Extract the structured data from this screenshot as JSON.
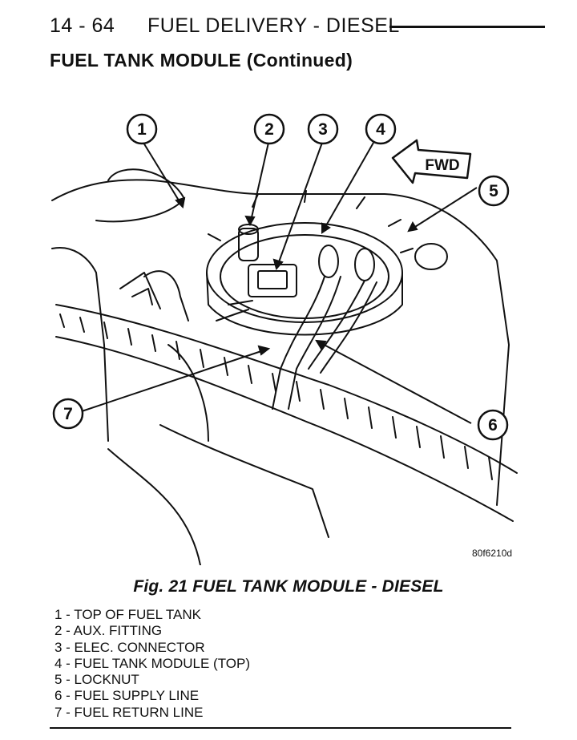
{
  "header": {
    "page_number": "14 - 64",
    "section_title": "FUEL DELIVERY - DIESEL"
  },
  "subtitle": "FUEL TANK MODULE (Continued)",
  "figure": {
    "callouts": [
      "1",
      "2",
      "3",
      "4",
      "5",
      "6",
      "7"
    ],
    "direction_label": "FWD",
    "figure_id": "80f6210d",
    "caption": "Fig. 21 FUEL TANK MODULE - DIESEL"
  },
  "legend": [
    "1 - TOP OF FUEL TANK",
    "2 - AUX. FITTING",
    "3 - ELEC. CONNECTOR",
    "4 - FUEL TANK MODULE (TOP)",
    "5 - LOCKNUT",
    "6 - FUEL SUPPLY LINE",
    "7 - FUEL RETURN LINE"
  ]
}
